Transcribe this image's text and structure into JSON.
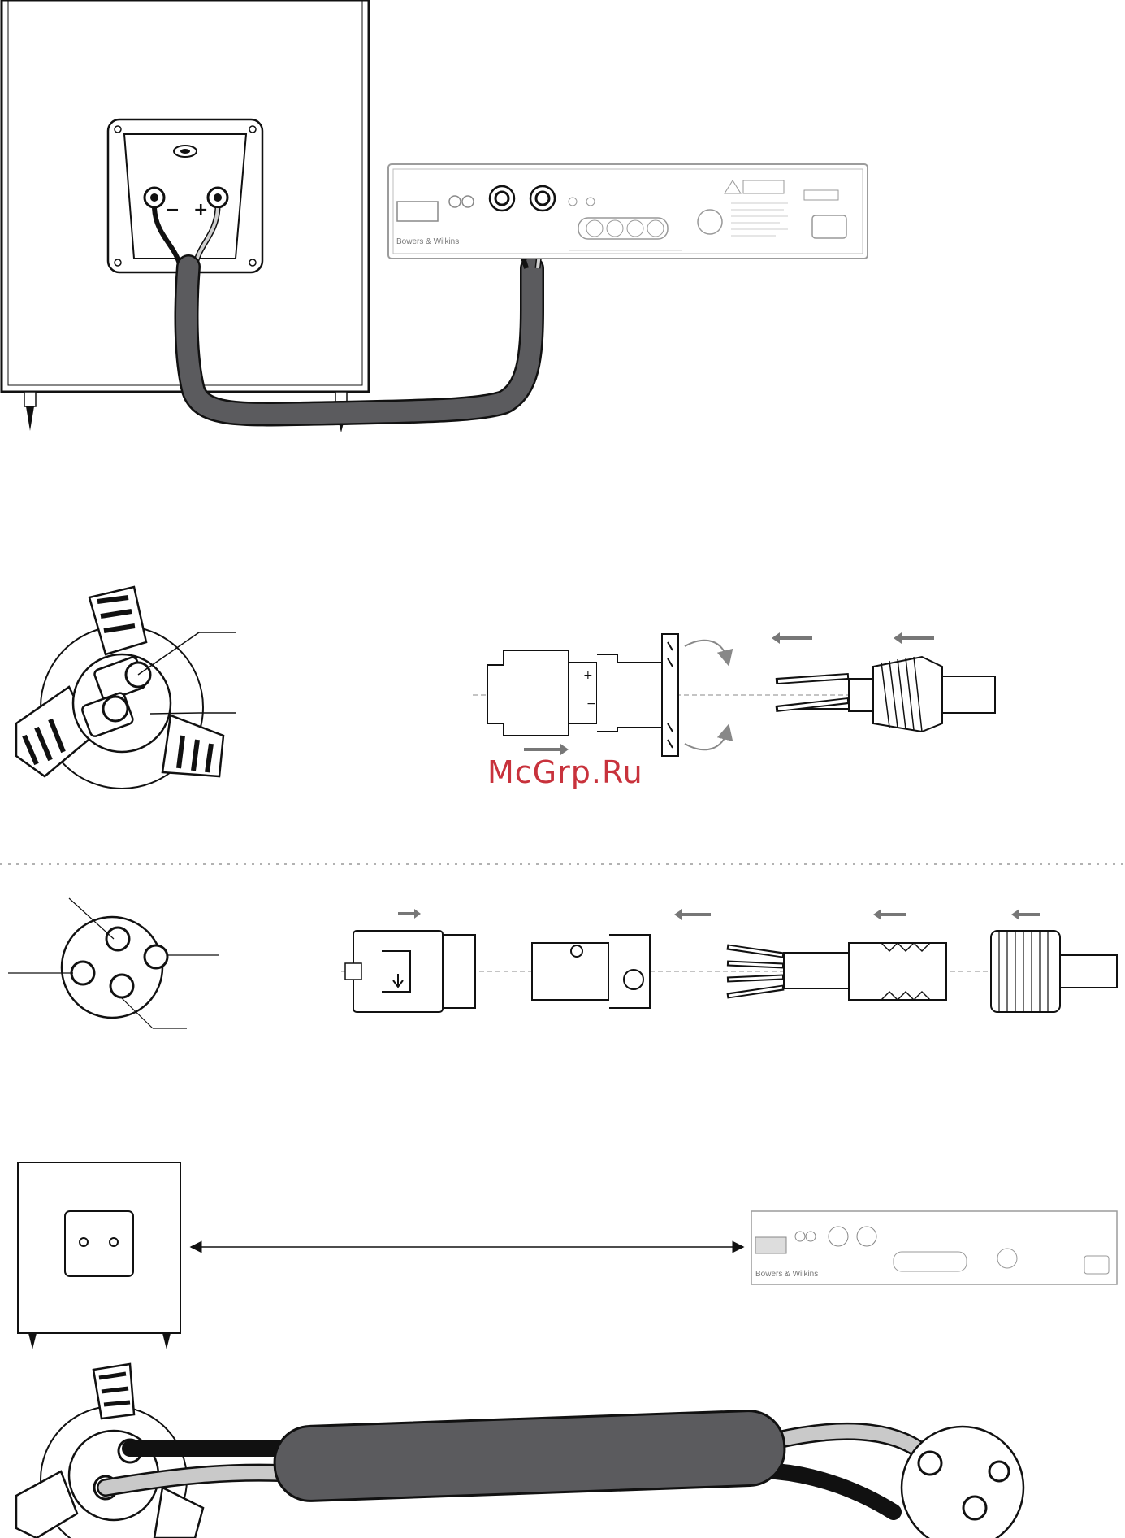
{
  "watermark": "McGrp.Ru",
  "brand": "Bowers & Wilkins",
  "terminals": {
    "minus": "−",
    "plus": "+"
  },
  "connector_pins": {
    "minus_label": "−",
    "plus_label": "+"
  },
  "icons": [
    "subwoofer-cabinet",
    "amplifier-rear-panel",
    "speakon-connector",
    "arrow-left",
    "rotate-arrow",
    "double-arrow"
  ],
  "colors": {
    "line": "#1a1a1a",
    "cable_sleeve": "#5b5b5e",
    "cable_light": "#c9c9c9",
    "panel": "#9c9c9c",
    "arrow": "#777777",
    "watermark": "#c8323c"
  }
}
